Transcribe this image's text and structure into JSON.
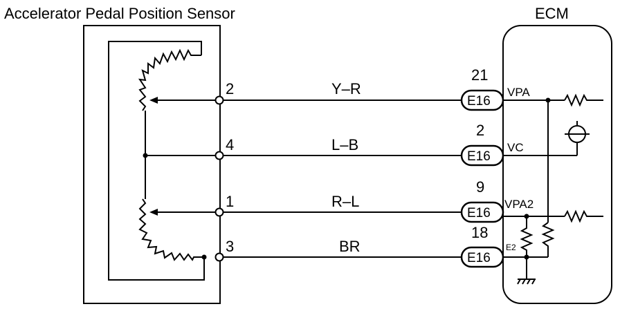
{
  "sensor": {
    "title": "Accelerator Pedal Position Sensor"
  },
  "ecm": {
    "title": "ECM"
  },
  "circuits": [
    {
      "sensor_pin": "2",
      "wire_color": "Y–R",
      "ecm_pin": "21",
      "connector": "E16",
      "signal": "VPA"
    },
    {
      "sensor_pin": "4",
      "wire_color": "L–B",
      "ecm_pin": "2",
      "connector": "E16",
      "signal": "VC"
    },
    {
      "sensor_pin": "1",
      "wire_color": "R–L",
      "ecm_pin": "9",
      "connector": "E16",
      "signal": "VPA2"
    },
    {
      "sensor_pin": "3",
      "wire_color": "BR",
      "ecm_pin": "18",
      "connector": "E16",
      "signal": "E2"
    }
  ]
}
